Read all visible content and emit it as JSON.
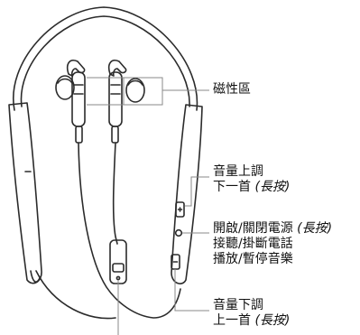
{
  "annotations": {
    "magnetic_area": "磁性區",
    "volume_up": {
      "line1": "音量上調",
      "line2": "下一首",
      "hold": "(長按)"
    },
    "power_call_play": {
      "line1": "開啟/關閉電源",
      "hold": "(長按)",
      "line2": "接聽/掛斷電話",
      "line3": "播放/暫停音樂"
    },
    "volume_down": {
      "line1": "音量下調",
      "line2": "上一首",
      "hold": "(長按)"
    }
  },
  "colors": {
    "line_art": "#2b2b2b",
    "leader_line": "#8a8a8a",
    "text": "#111111"
  }
}
